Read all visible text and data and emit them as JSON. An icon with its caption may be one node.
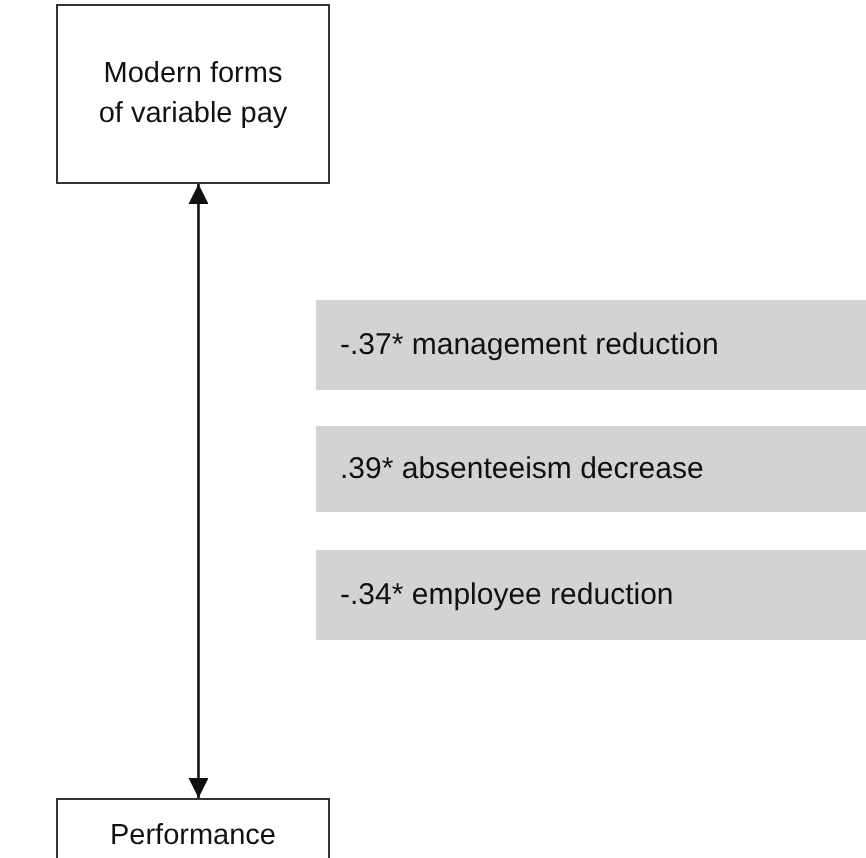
{
  "diagram": {
    "nodes": [
      {
        "text": [
          "Modern forms of variable pay"
        ]
      },
      {
        "text": [
          "-.37* management reduction"
        ]
      },
      {
        "text": [
          ".39* absenteeism decrease"
        ]
      },
      {
        "text": [
          "-.34* employee reduction"
        ]
      },
      {
        "text": [
          "Performance"
        ]
      }
    ],
    "edges": [
      {
        "from": 0,
        "to": 4,
        "arrow": "both"
      }
    ]
  }
}
